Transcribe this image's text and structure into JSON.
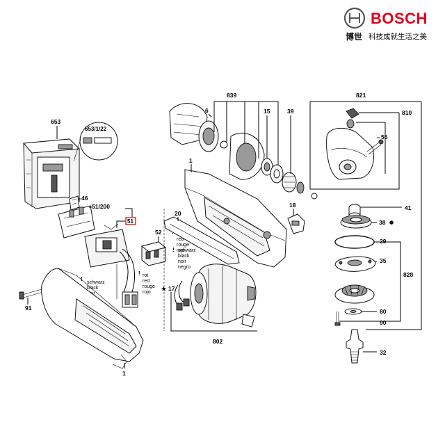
{
  "brand": {
    "name": "BOSCH",
    "cn_left": "博世",
    "cn_right": "科技成就生活之美"
  },
  "labels": {
    "p653": "653",
    "p653_1_22": "653/1/22",
    "p46": "46",
    "p51_200": "51/200",
    "p51": "51",
    "p52": "52",
    "p91": "91",
    "p1_bottom": "1",
    "p1_top": "1",
    "p6": "6",
    "p839": "839",
    "p15": "15",
    "p39": "39",
    "p20": "20",
    "p18": "18",
    "p17": "17",
    "p802": "802",
    "p821": "821",
    "p810": "810",
    "p55": "55",
    "p41": "41",
    "p38": "38",
    "p29": "29",
    "p35": "35",
    "p828": "828",
    "p80": "80",
    "p90": "90",
    "p32": "32"
  },
  "wires_left": [
    "schwarz",
    "black",
    "noir",
    "negro"
  ],
  "wires_mid": [
    "rot",
    "red",
    "rouge",
    "rojo"
  ],
  "wires_right": [
    "schwarz",
    "black",
    "noir",
    "negro"
  ],
  "wires_bottom": [
    "rot",
    "red",
    "rouge",
    "rojo"
  ]
}
